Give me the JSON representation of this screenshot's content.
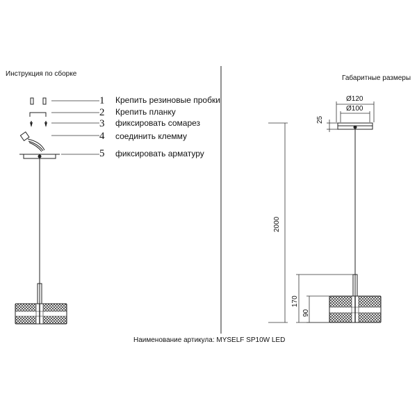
{
  "headers": {
    "instructions": "Инструкция по сборке",
    "dimensions": "Габаритные размеры"
  },
  "steps": [
    {
      "num": "1",
      "text": "Крепить резиновые пробки"
    },
    {
      "num": "2",
      "text": "Крепить планку"
    },
    {
      "num": "3",
      "text": "фиксировать сомарез"
    },
    {
      "num": "4",
      "text": "соединить клемму"
    },
    {
      "num": "5",
      "text": "фиксировать арматуру"
    }
  ],
  "dimensions": {
    "outer_diameter": "Ø120",
    "inner_diameter": "Ø100",
    "canopy_height": "25",
    "total_height": "2000",
    "lamp_height": "170",
    "shade_height": "90"
  },
  "footer": {
    "text": "Наименование артикула: MYSELF SP10W LED"
  }
}
